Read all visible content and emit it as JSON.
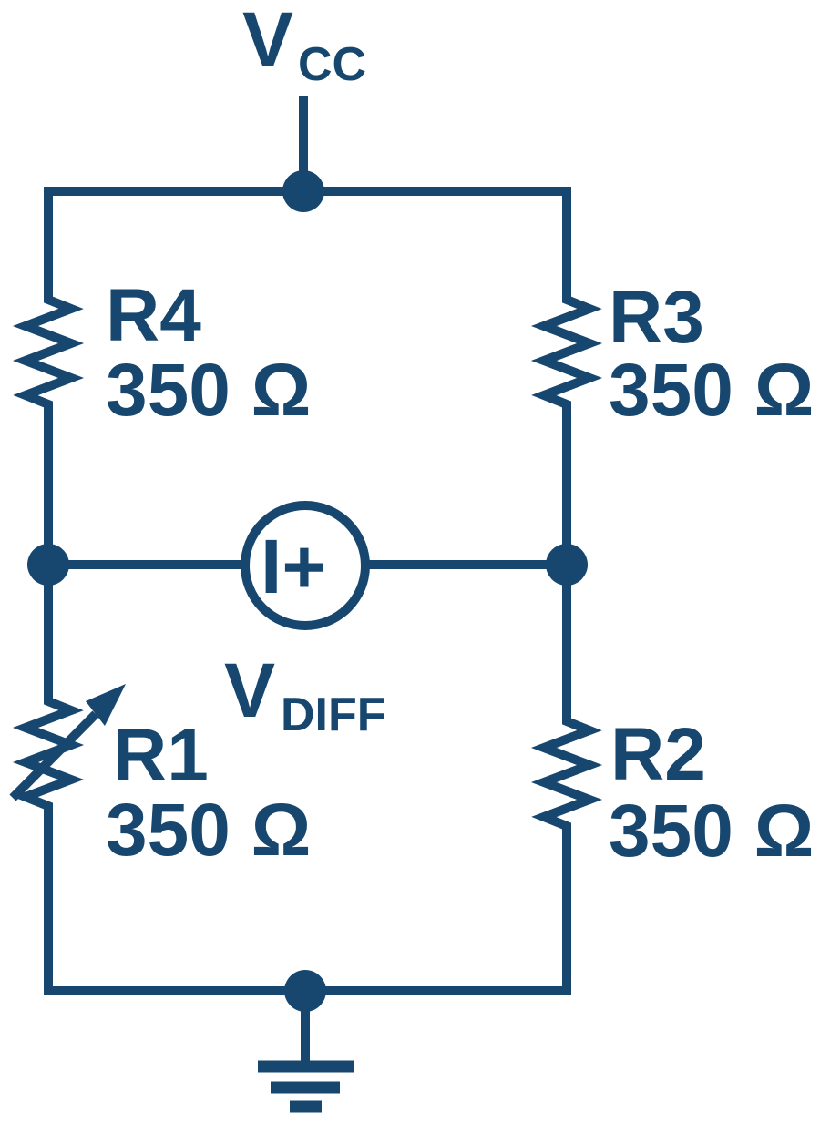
{
  "diagram": {
    "type": "circuit-schematic",
    "subject": "Wheatstone bridge",
    "colors": {
      "ink": "#17476F",
      "background": "#FFFFFF"
    },
    "supply_label": {
      "main": "V",
      "sub": "CC"
    },
    "meter_label": "I+",
    "diff_label": {
      "main": "V",
      "sub": "DIFF"
    },
    "resistors": [
      {
        "name": "R4",
        "value": "350 Ω",
        "variable": false
      },
      {
        "name": "R3",
        "value": "350 Ω",
        "variable": false
      },
      {
        "name": "R1",
        "value": "350 Ω",
        "variable": true
      },
      {
        "name": "R2",
        "value": "350 Ω",
        "variable": false
      }
    ],
    "ground": "earth-ground"
  }
}
